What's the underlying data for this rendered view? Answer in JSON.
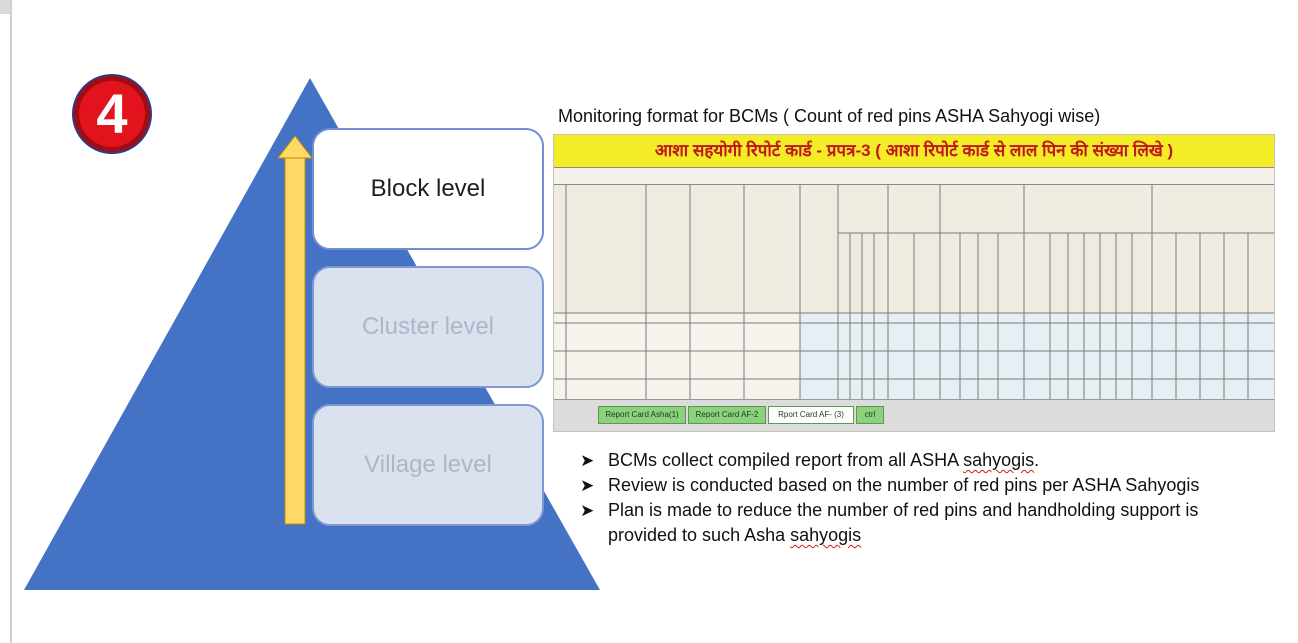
{
  "step_number": "4",
  "levels": {
    "block": "Block level",
    "cluster": "Cluster level",
    "village": "Village level"
  },
  "monitoring_title": "Monitoring format for BCMs ( Count of red pins ASHA Sahyogi wise)",
  "report_card": {
    "title": "आशा सहयोगी रिपोर्ट कार्ड - प्रपत्र-3  ( आशा रिपोर्ट कार्ड से लाल पिन की संख्या लिखे )",
    "tabs": [
      "Report Card Asha(1)",
      "Report Card  AF-2",
      "Rport Card  AF- (3)",
      "ctrl"
    ]
  },
  "bullets": [
    {
      "text_before": "BCMs collect compiled report from all ASHA ",
      "underlined": "sahyogis",
      "text_after": "."
    },
    {
      "text_before": "Review is conducted based on the number of red pins per ASHA Sahyogis",
      "underlined": "",
      "text_after": ""
    },
    {
      "text_before": "Plan is made to reduce the number of red pins and handholding support is provided to such Asha ",
      "underlined": "sahyogis",
      "text_after": ""
    }
  ],
  "colors": {
    "pyramid": "#4472c4",
    "arrow": "#ffd966",
    "badge": "#e3131d",
    "report_title_bg": "#f4ec26"
  }
}
